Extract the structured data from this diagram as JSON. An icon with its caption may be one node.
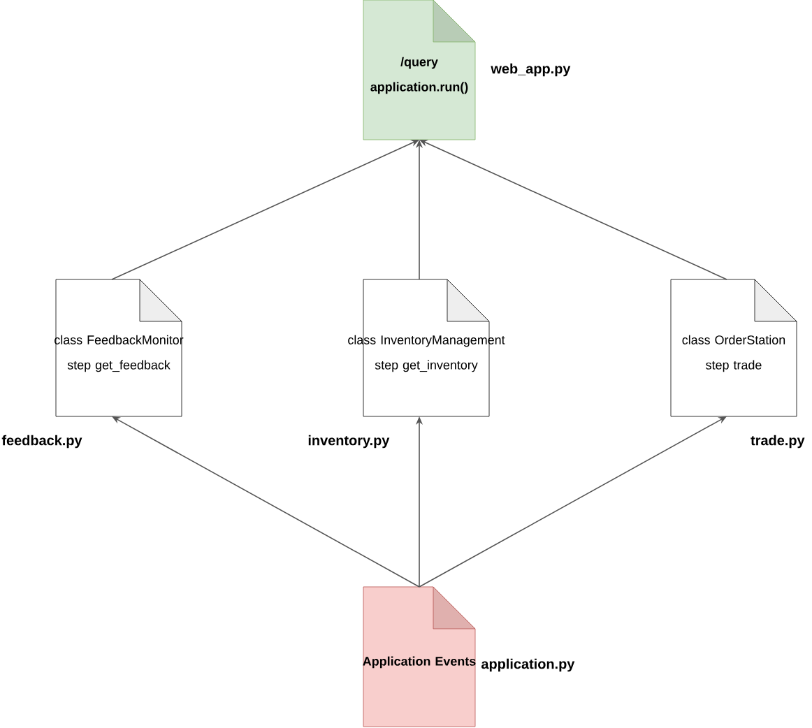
{
  "diagram": {
    "nodes": [
      {
        "text": [
          "/query",
          "application.run()"
        ],
        "beside": [
          "web_app.py"
        ]
      },
      {
        "text": [
          "class FeedbackMonitor",
          "step get_feedback"
        ],
        "beside": [
          "feedback.py"
        ]
      },
      {
        "text": [
          "class InventoryManagement",
          "step get_inventory"
        ],
        "beside": [
          "inventory.py"
        ]
      },
      {
        "text": [
          "class OrderStation",
          "step trade"
        ],
        "beside": [
          "trade.py"
        ]
      },
      {
        "text": [
          "Application Events"
        ],
        "beside": [
          "application.py"
        ]
      }
    ],
    "edges": [
      {
        "from": 1,
        "to": 0,
        "arrow": "to"
      },
      {
        "from": 2,
        "to": 0,
        "arrow": "to"
      },
      {
        "from": 3,
        "to": 0,
        "arrow": "to"
      },
      {
        "from": 4,
        "to": 1,
        "arrow": "to"
      },
      {
        "from": 4,
        "to": 2,
        "arrow": "to"
      },
      {
        "from": 4,
        "to": 3,
        "arrow": "to"
      }
    ]
  }
}
